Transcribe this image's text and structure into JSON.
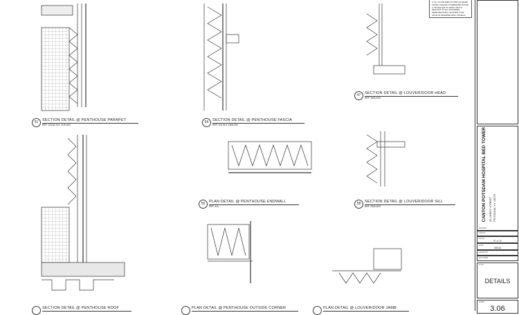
{
  "notes": [
    "3. ALL CLOSURES TO MATCH PANEL FINISH UNLESS OTHERWISE NOTED.",
    "4. INSTALLER TO APPLY BUTYL SEALANT AT ALL FASTENER PENETRATIONS LOCATED TYPE FACE OF BARRIER WALL PANELS."
  ],
  "details": [
    {
      "number": "51",
      "title": "SECTION DETAIL @ PENTHOUSE PARAPET",
      "ref": "REF. 1&2/A-314, 11/A-331"
    },
    {
      "number": "54",
      "title": "SECTION DETAIL @ PENTHOUSE FASCIA",
      "ref": "REF. 2/A-314, 18/A-331"
    },
    {
      "number": "47",
      "title": "SECTION DETAIL @ LOUVER/DOOR HEAD",
      "ref": "REF. 35/A-620"
    },
    {
      "number": "55",
      "title": "PLAN DETAIL @ PENTHOUSE ENDWALL",
      "ref": "REF. 4/A"
    },
    {
      "number": "58",
      "title": "SECTION DETAIL @ LOUVER/DOOR SILL",
      "ref": "REF. 35/A-620"
    },
    {
      "number": "",
      "title": "SECTION DETAIL @ PENTHOUSE ROOF",
      "ref": ""
    },
    {
      "number": "",
      "title": "PLAN DETAIL @ PENTHOUSE OUTSIDE CORNER",
      "ref": ""
    },
    {
      "number": "",
      "title": "PLAN DETAIL @ LOUVER/DOOR JAMB",
      "ref": ""
    }
  ],
  "title_block": {
    "project_label": "PROJECT",
    "project_name": "CANTON POTSDAM HOSPITAL BED TOWER",
    "address_1": "50 LEROY STREET",
    "address_2": "POTSDAM, NY 13676",
    "job_label": "JOB NO.",
    "scale_label": "SCALE",
    "scale": "3\"=1'-0\"",
    "date_label": "DATE",
    "date": "3/5/15",
    "drawn_label": "DRAWN BY",
    "file_label": "FILE NAME",
    "title_label": "TITLE",
    "sheet_title": "DETAILS",
    "sheet_label": "SHEET",
    "sheet_number": "3.06"
  }
}
